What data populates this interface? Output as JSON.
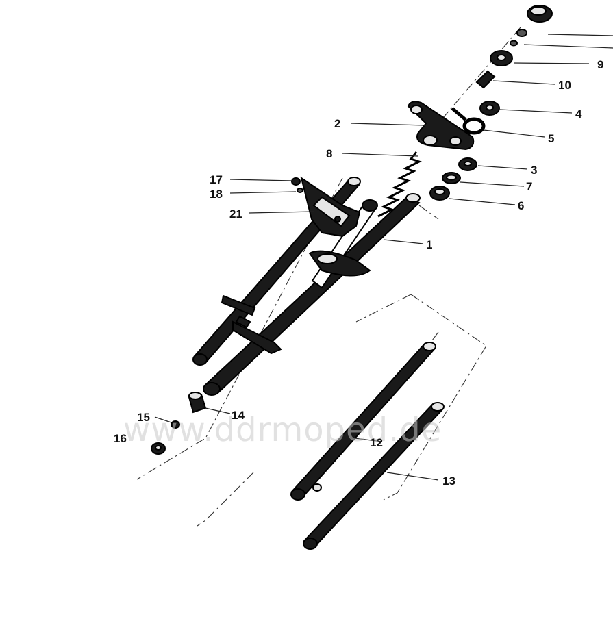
{
  "watermark": "www.ddrmoped.de",
  "callouts": [
    {
      "id": "9",
      "text": "9"
    },
    {
      "id": "10",
      "text": "10"
    },
    {
      "id": "4",
      "text": "4"
    },
    {
      "id": "2",
      "text": "2"
    },
    {
      "id": "5",
      "text": "5"
    },
    {
      "id": "8",
      "text": "8"
    },
    {
      "id": "3",
      "text": "3"
    },
    {
      "id": "17",
      "text": "17"
    },
    {
      "id": "7",
      "text": "7"
    },
    {
      "id": "18",
      "text": "18"
    },
    {
      "id": "6",
      "text": "6"
    },
    {
      "id": "21",
      "text": "21"
    },
    {
      "id": "1",
      "text": "1"
    },
    {
      "id": "14",
      "text": "14"
    },
    {
      "id": "15",
      "text": "15"
    },
    {
      "id": "16",
      "text": "16"
    },
    {
      "id": "12",
      "text": "12"
    },
    {
      "id": "13",
      "text": "13"
    }
  ]
}
